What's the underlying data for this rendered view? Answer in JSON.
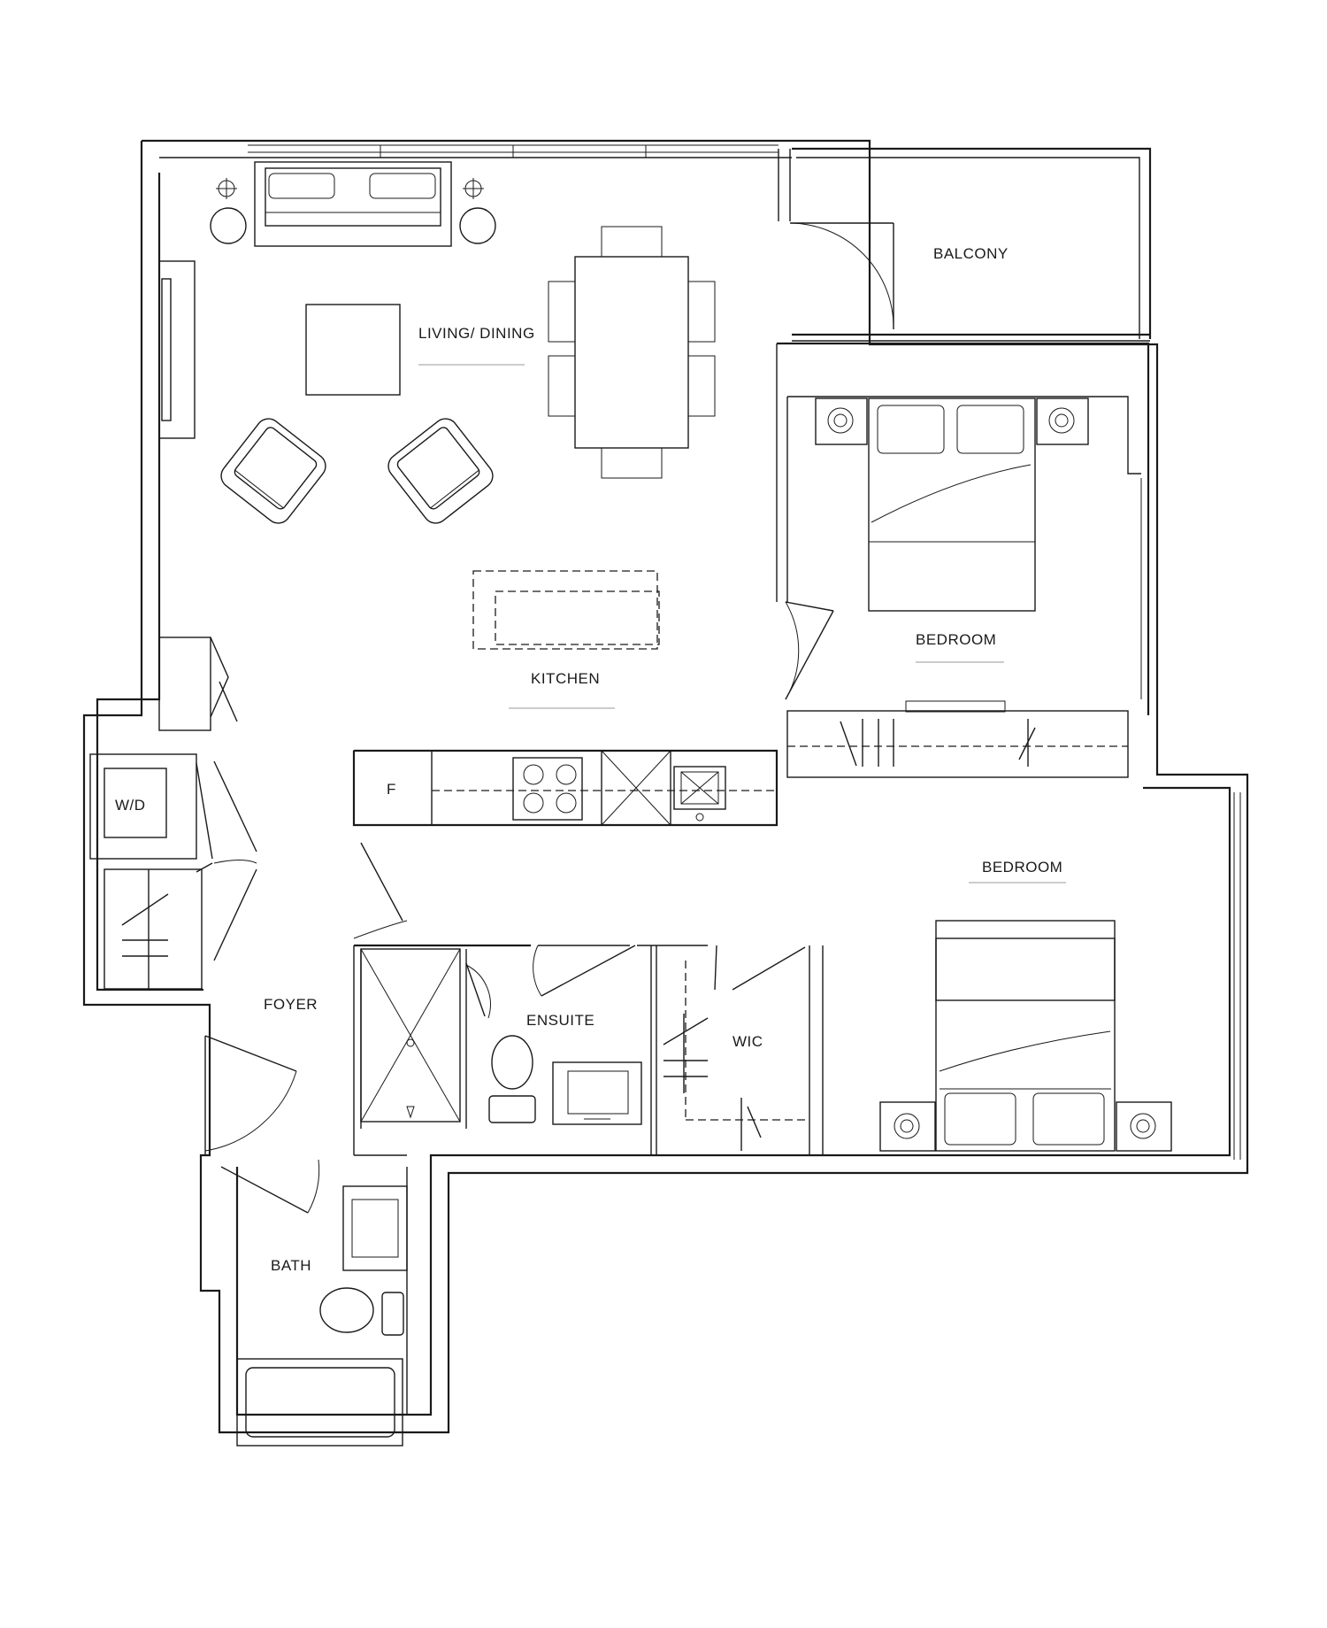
{
  "rooms": {
    "balcony": "BALCONY",
    "living_dining": "LIVING/ DINING",
    "bedroom_1": "BEDROOM",
    "kitchen": "KITCHEN",
    "fridge": "F",
    "washer_dryer": "W/D",
    "bedroom_2": "BEDROOM",
    "ensuite": "ENSUITE",
    "wic": "WIC",
    "foyer": "FOYER",
    "bath": "BATH"
  }
}
